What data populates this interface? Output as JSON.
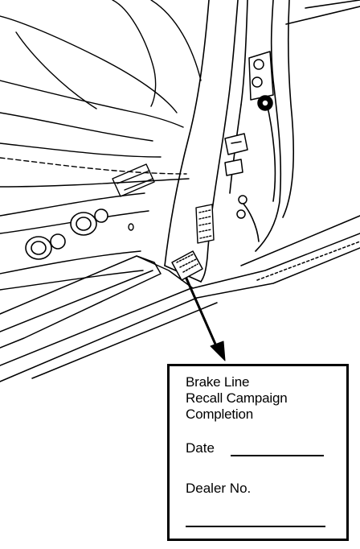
{
  "label": {
    "title_lines": [
      "Brake Line",
      "Recall Campaign",
      "Completion"
    ],
    "date_label": "Date",
    "dealer_label": "Dealer No."
  }
}
